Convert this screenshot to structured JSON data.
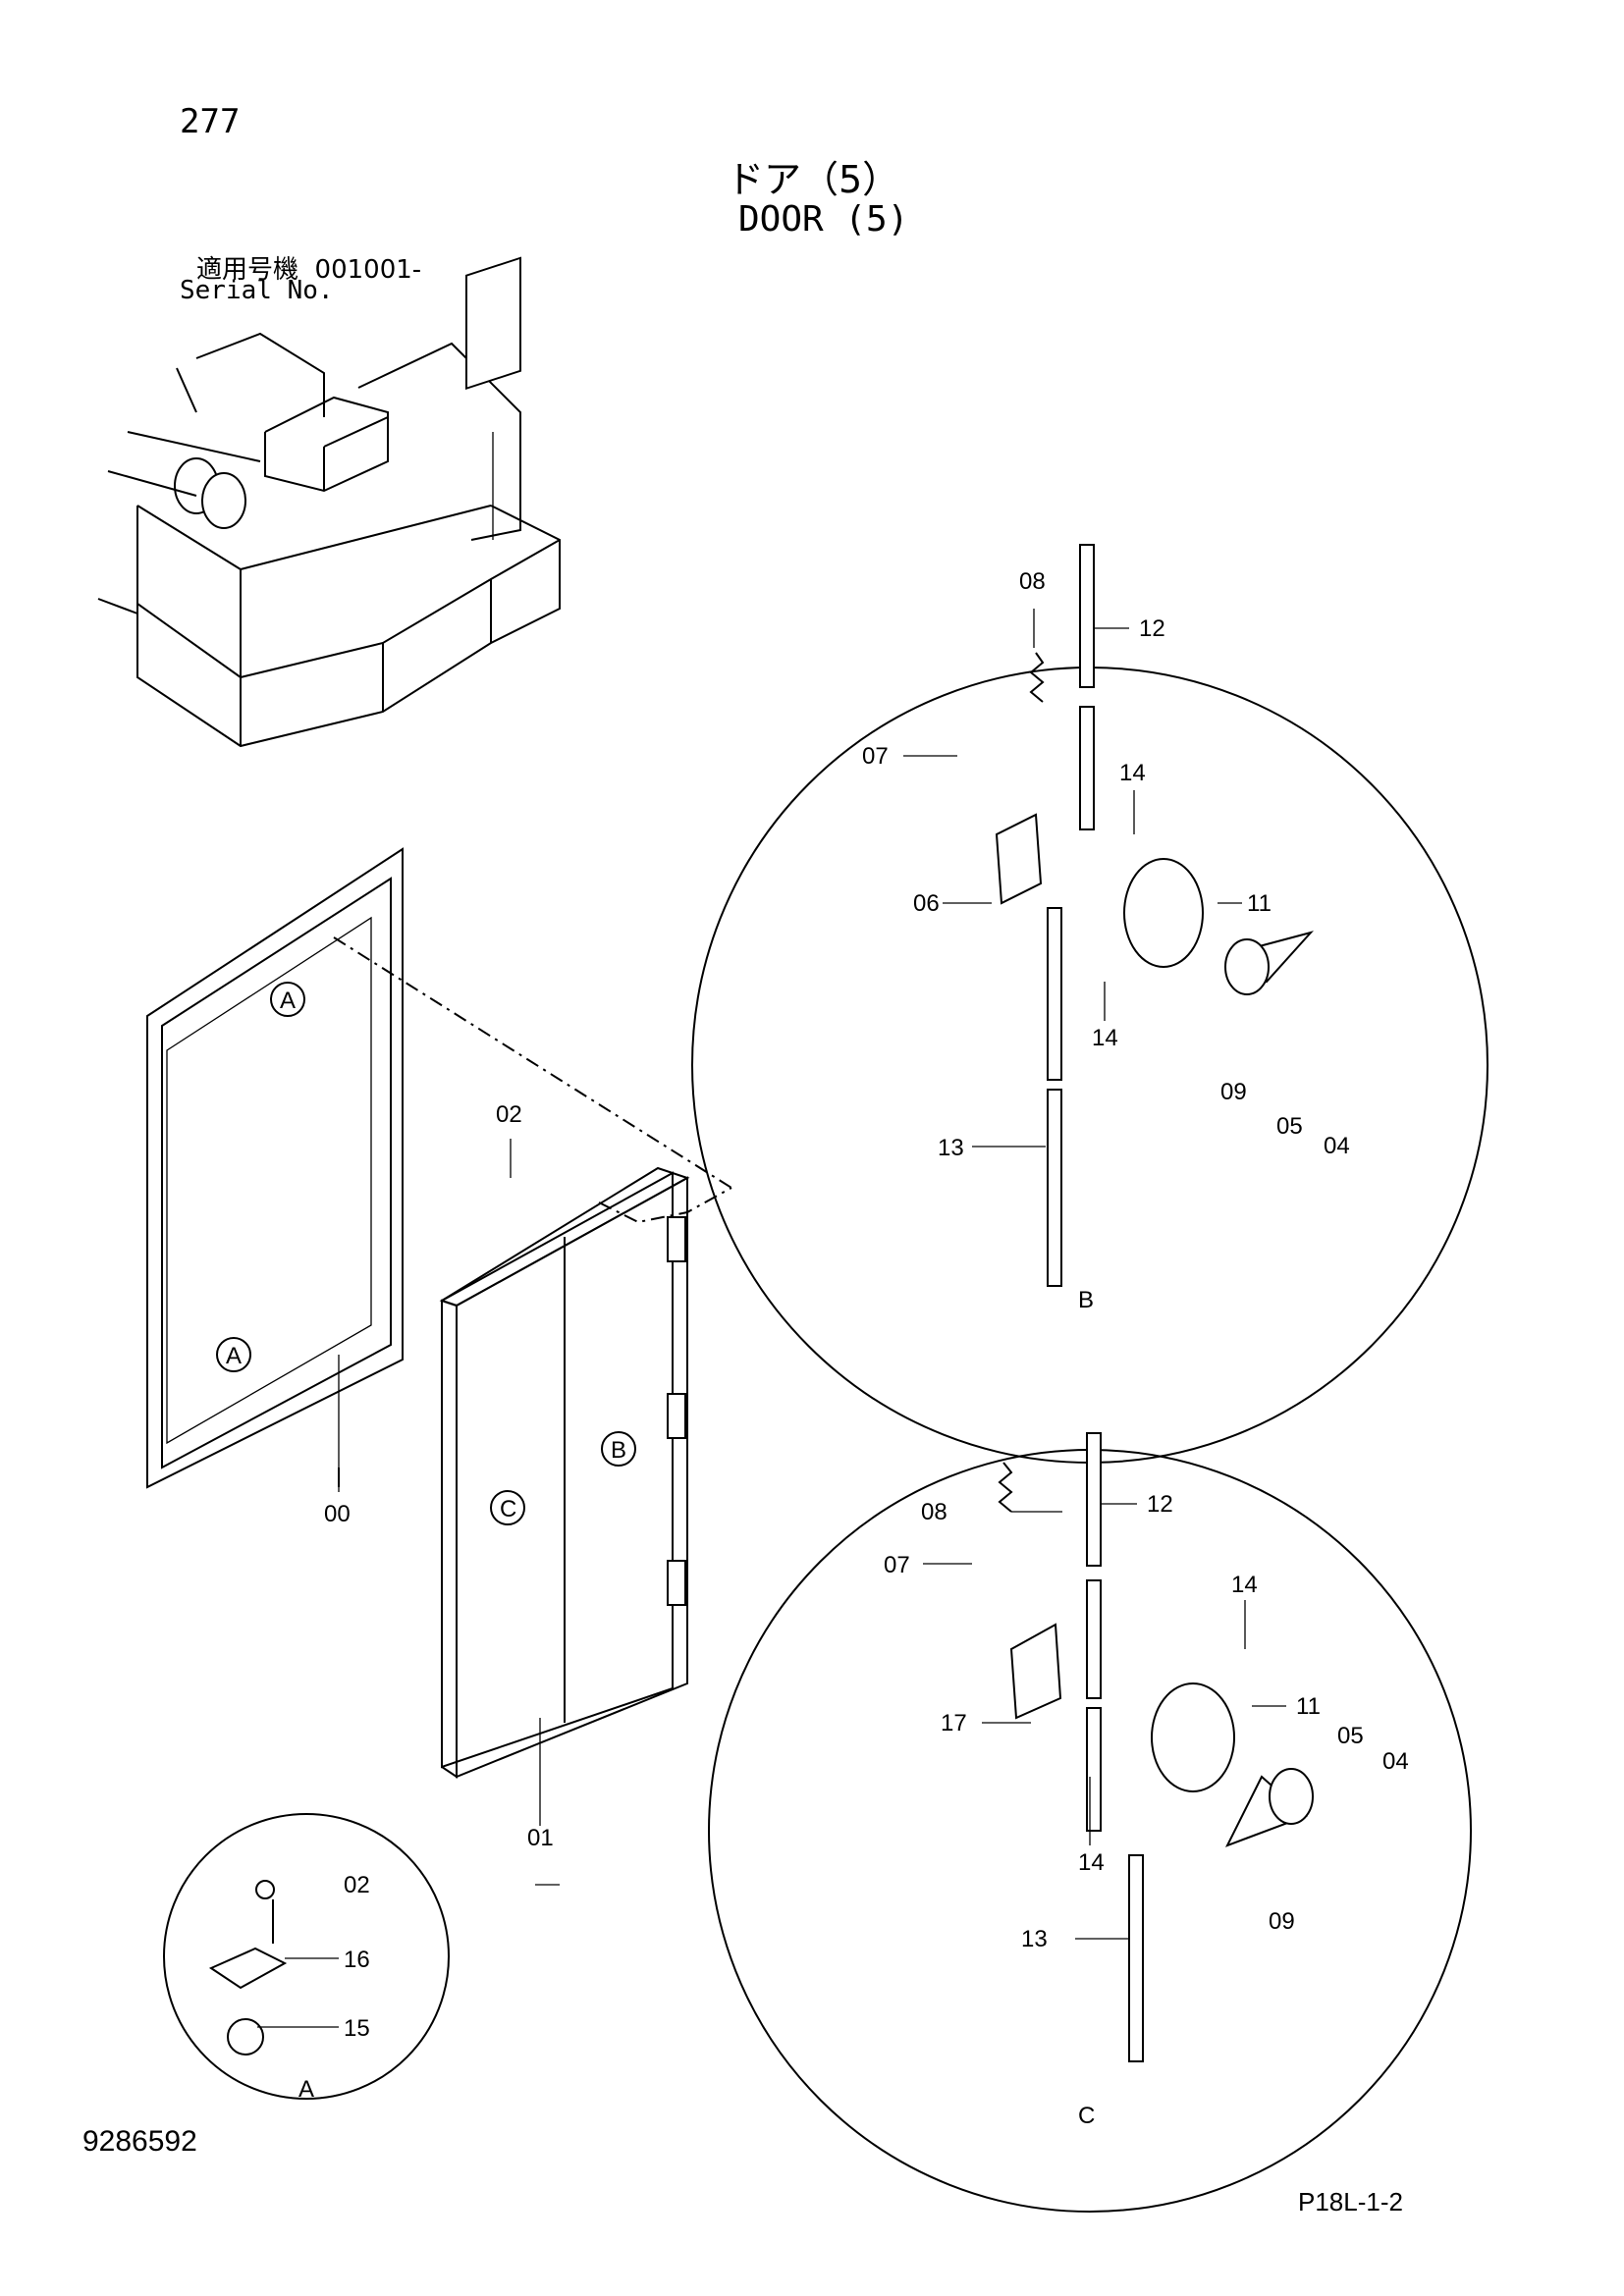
{
  "page_number": "277",
  "title_jp": "ドア（5）",
  "title_en": "DOOR (5)",
  "serial_label_jp": "適用号機",
  "serial_value": "001001-",
  "serial_label_en": "Serial No.",
  "document_number": "9286592",
  "page_code": "P18L-1-2",
  "callouts": {
    "detail_a": "A",
    "detail_b": "B",
    "detail_c": "C"
  },
  "part_labels": {
    "main": [
      "00",
      "01",
      "02"
    ],
    "detail_a": [
      "02",
      "16",
      "15"
    ],
    "detail_b": [
      "08",
      "12",
      "07",
      "14",
      "06",
      "11",
      "14",
      "09",
      "05",
      "04",
      "13"
    ],
    "detail_c": [
      "08",
      "12",
      "07",
      "14",
      "11",
      "05",
      "04",
      "17",
      "14",
      "09",
      "13"
    ]
  }
}
